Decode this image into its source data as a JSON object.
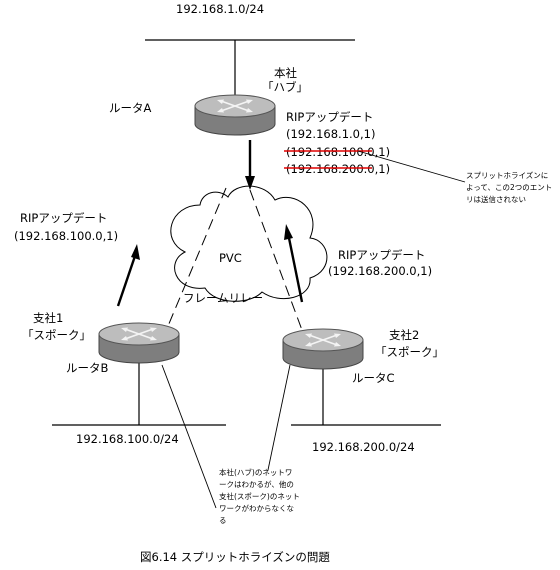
{
  "colors": {
    "line": "#000000",
    "strike": "#e00000",
    "router_body": "#8c8c8c",
    "router_top": "#c8c8c8",
    "router_dark": "#5a5a5a"
  },
  "networks": {
    "top": "192.168.1.0/24",
    "left": "192.168.100.0/24",
    "right": "192.168.200.0/24"
  },
  "headquarters": {
    "title": "本社",
    "role": "「ハブ」",
    "router": "ルータA"
  },
  "branch1": {
    "title": "支社1",
    "role": "「スポーク」",
    "router": "ルータB"
  },
  "branch2": {
    "title": "支社2",
    "role": "「スポーク」",
    "router": "ルータC"
  },
  "cloud": {
    "pvc": "PVC",
    "frame_relay": "フレームリレー"
  },
  "rip_update_a": {
    "heading": "RIPアップデート",
    "entries": [
      "(192.168.1.0,1)",
      "(192.168.100.0,1)",
      "(192.168.200.0,1)"
    ]
  },
  "rip_update_b": {
    "heading": "RIPアップデート",
    "entry": "(192.168.100.0,1)"
  },
  "rip_update_c": {
    "heading": "RIPアップデート",
    "entry": "(192.168.200.0,1)"
  },
  "notes": {
    "split_horizon": [
      "スプリットホライズンに",
      "よって、この2つのエント",
      "リは送信されない"
    ],
    "branch_problem": [
      "本社(ハブ)のネットワ",
      "ークはわかるが、他の",
      "支社(スポーク)のネット",
      "ワークがわからなくな",
      "る"
    ]
  },
  "caption": "図6.14 スプリットホライズンの問題"
}
